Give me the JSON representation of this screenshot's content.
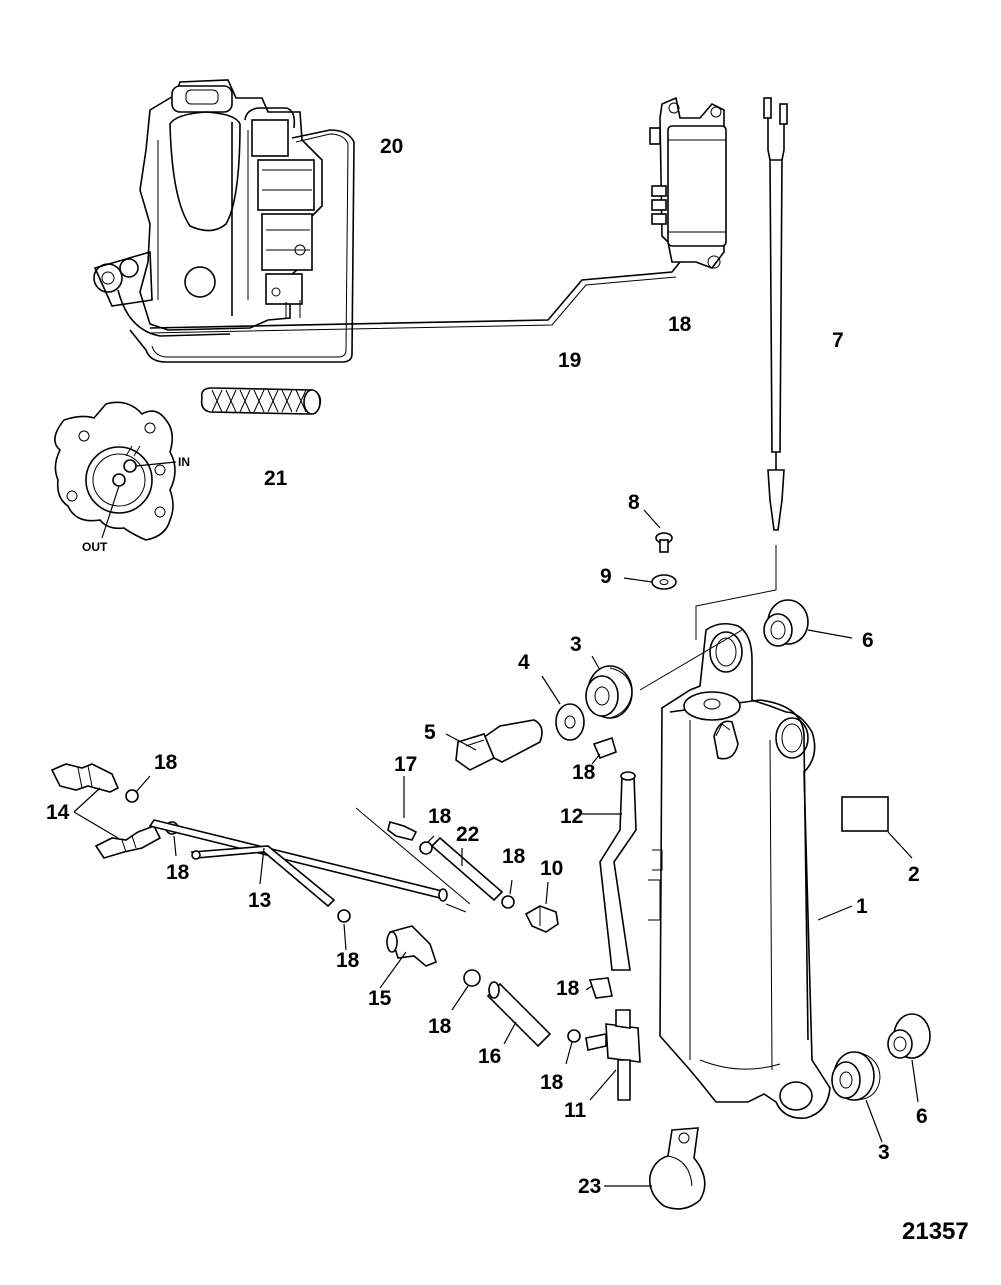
{
  "diagram": {
    "figure_number": "21357",
    "port_labels": {
      "in": "IN",
      "out": "OUT"
    },
    "callouts": [
      {
        "id": "c20",
        "text": "20"
      },
      {
        "id": "c18a",
        "text": "18"
      },
      {
        "id": "c7",
        "text": "7"
      },
      {
        "id": "c19",
        "text": "19"
      },
      {
        "id": "c21",
        "text": "21"
      },
      {
        "id": "c8",
        "text": "8"
      },
      {
        "id": "c9",
        "text": "9"
      },
      {
        "id": "c6a",
        "text": "6"
      },
      {
        "id": "c3a",
        "text": "3"
      },
      {
        "id": "c4",
        "text": "4"
      },
      {
        "id": "c5",
        "text": "5"
      },
      {
        "id": "c18b",
        "text": "18"
      },
      {
        "id": "c18c",
        "text": "18"
      },
      {
        "id": "c14",
        "text": "14"
      },
      {
        "id": "c18d",
        "text": "18"
      },
      {
        "id": "c17",
        "text": "17"
      },
      {
        "id": "c18e",
        "text": "18"
      },
      {
        "id": "c22",
        "text": "22"
      },
      {
        "id": "c12",
        "text": "12"
      },
      {
        "id": "c2",
        "text": "2"
      },
      {
        "id": "c13",
        "text": "13"
      },
      {
        "id": "c18f",
        "text": "18"
      },
      {
        "id": "c10",
        "text": "10"
      },
      {
        "id": "c1",
        "text": "1"
      },
      {
        "id": "c18g",
        "text": "18"
      },
      {
        "id": "c15",
        "text": "15"
      },
      {
        "id": "c18h",
        "text": "18"
      },
      {
        "id": "c18i",
        "text": "18"
      },
      {
        "id": "c16",
        "text": "16"
      },
      {
        "id": "c18j",
        "text": "18"
      },
      {
        "id": "c11",
        "text": "11"
      },
      {
        "id": "c6b",
        "text": "6"
      },
      {
        "id": "c3b",
        "text": "3"
      },
      {
        "id": "c23",
        "text": "23"
      }
    ]
  }
}
